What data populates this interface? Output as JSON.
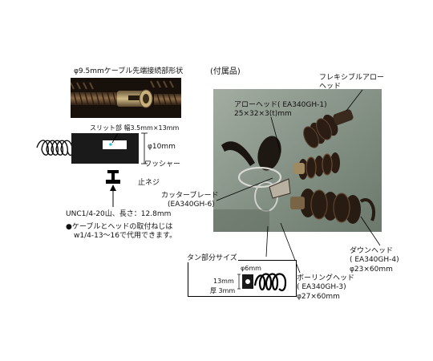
{
  "colors": {
    "photo_bg": "#8e9a8e",
    "metal_dark": "#2a1d14",
    "metal_rust": "#6b4a2f",
    "metal_brass": "#a88a5a",
    "cyan_marker": "#39c6d6",
    "line": "#000000"
  },
  "left_diagram": {
    "title": "φ9.5mmケーブル先端接続部形状",
    "slit_label": "スリット部 幅3.5mm×13mm",
    "diameter_label": "φ10mm",
    "washer_label": "ワッシャー",
    "screw_label": "止ネジ",
    "thread_label": "UNC1/4-20山、長さ：12.8mm",
    "note_bullet": "●",
    "note_line1": "ケーブルとヘッドの取付ねじは",
    "note_line2": "w1/4-13～16で代用できます。"
  },
  "right_photo": {
    "section_title": "(付属品)",
    "flexible_arrow_l1": "フレキシブルアロー",
    "flexible_arrow_l2": "ヘッド",
    "arrow_head_l1": "アローヘッド( EA340GH-1)",
    "arrow_head_l2": "25×32×3(t)mm",
    "cutter_blade_l1": "カッターブレード",
    "cutter_blade_l2": "(EA340GH-6)",
    "down_head_l1": "ダウンヘッド",
    "down_head_l2": "( EA340GH-4)",
    "down_head_l3": "φ23×60mm",
    "boring_head_l1": "ボーリングヘッド",
    "boring_head_l2": "( EA340GH-3)",
    "boring_head_l3": "φ27×60mm"
  },
  "tang_inset": {
    "title": "タン部分サイズ",
    "hole_label": "φ6mm",
    "height_label": "13mm",
    "thickness_label": "厚 3mm"
  }
}
